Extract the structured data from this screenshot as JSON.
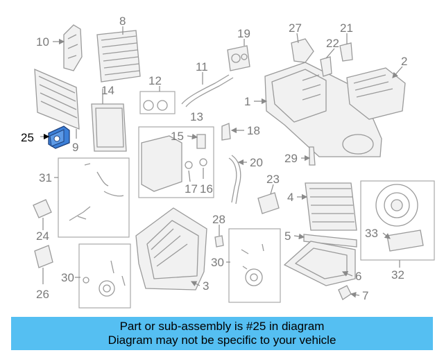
{
  "callouts": [
    "25",
    "10",
    "8",
    "19",
    "27",
    "22",
    "21",
    "2",
    "1",
    "11",
    "12",
    "14",
    "9",
    "13",
    "15",
    "18",
    "29",
    "20",
    "23",
    "4",
    "31",
    "17",
    "16",
    "24",
    "5",
    "28",
    "33",
    "30",
    "6",
    "32",
    "3",
    "26",
    "7"
  ],
  "highlighted_part": "25",
  "banner": {
    "line1": "Part or sub-assembly is #25 in diagram",
    "line2": "Diagram may not be specific to your vehicle"
  },
  "colors": {
    "banner": "#55bff2",
    "highlight_part": "#3b7fd8"
  }
}
